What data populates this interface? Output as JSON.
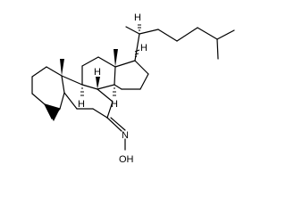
{
  "molecule": {
    "atom_labels": {
      "h_side_chain": "H",
      "h_c8": "H",
      "h_c9": "H",
      "h_c14": "H",
      "h_c17": "H",
      "n_oxime": "N",
      "oh_oxime": "OH"
    }
  },
  "colors": {
    "ink": "#000000",
    "background": "#ffffff"
  }
}
